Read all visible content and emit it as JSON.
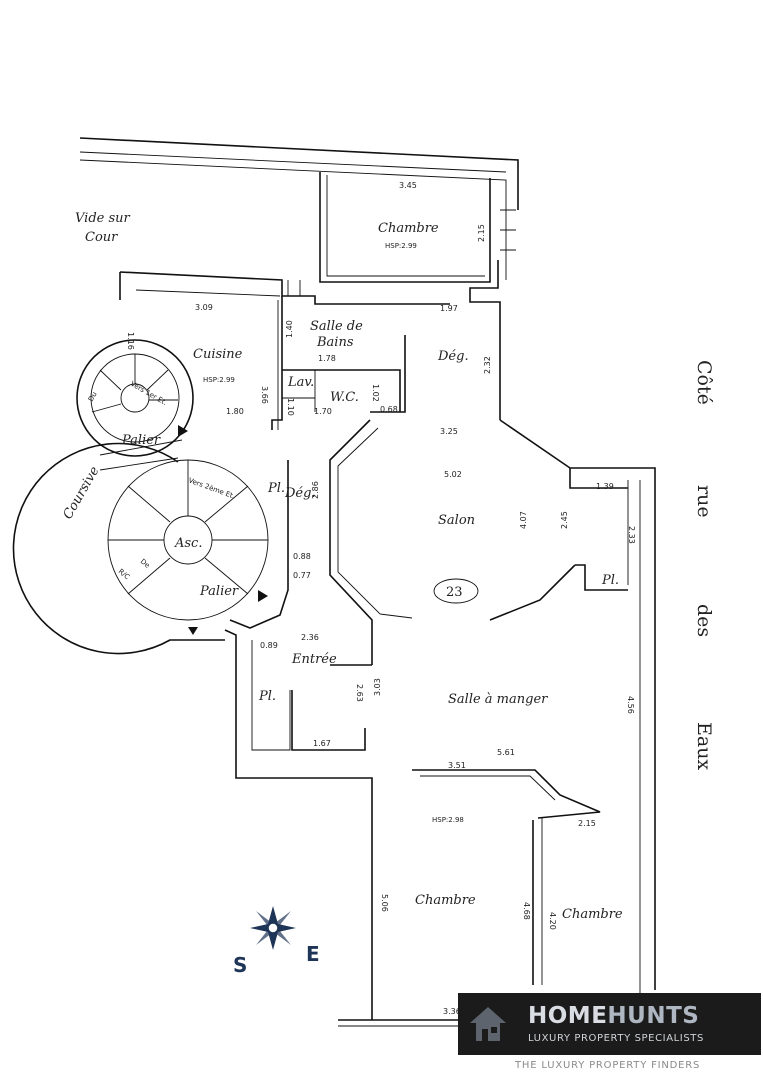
{
  "labels": {
    "vide": "Vide sur",
    "cour": "Cour",
    "chambre_top": "Chambre",
    "hsp_top": "HSP:2.99",
    "salle_de": "Salle de",
    "bains": "Bains",
    "cuisine": "Cuisine",
    "hsp_cuisine": "HSP:2.99",
    "deg_top": "Dég.",
    "lav": "Lav.",
    "wc": "W.C.",
    "palier_top": "Palier",
    "coursive": "Coursive",
    "deg_mid": "Dég.",
    "pl_mid": "Pl.",
    "salon": "Salon",
    "asc": "Asc.",
    "vers_2eme": "Vers 2ème Et.",
    "vers_1er": "Vers 1er Et.",
    "du": "Du",
    "rc": "R/C",
    "de": "De",
    "palier_bottom": "Palier",
    "entree": "Entrée",
    "pl_entree": "Pl.",
    "pl_right": "Pl.",
    "unit_number": "23",
    "salle_a_manger": "Salle à manger",
    "hsp_bottom": "HSP:2.98",
    "chambre_bl": "Chambre",
    "chambre_br": "Chambre"
  },
  "street": {
    "line1": "Côté",
    "line2": "rue",
    "line3": "des",
    "line4": "Eaux"
  },
  "dimensions": {
    "d345": "3.45",
    "d215a": "2.15",
    "d309": "3.09",
    "d116": "1.16",
    "d140": "1.40",
    "d197": "1.97",
    "d178": "1.78",
    "d232": "2.32",
    "d366": "3.66",
    "d110": "1.10",
    "d180": "1.80",
    "d102": "1.02",
    "d170": "1.70",
    "d068": "0.68",
    "d325": "3.25",
    "d502": "5.02",
    "d139": "1.39",
    "d286": "2.86",
    "d407": "4.07",
    "d245": "2.45",
    "d233": "2.33",
    "d088": "0.88",
    "d077": "0.77",
    "d236": "2.36",
    "d089": "0.89",
    "d263": "2.63",
    "d303": "3.03",
    "d456": "4.56",
    "d167": "1.67",
    "d351": "3.51",
    "d561": "5.61",
    "d215b": "2.15",
    "d506": "5.06",
    "d468": "4.68",
    "d420": "4.20",
    "d336": "3.36"
  },
  "compass": {
    "south": "S",
    "east": "E"
  },
  "logo": {
    "brand_first": "HOME",
    "brand_second": "HUNTS",
    "subtitle": "LUXURY PROPERTY SPECIALISTS",
    "tagline": "THE LUXURY PROPERTY FINDERS"
  },
  "colors": {
    "line": "#111111",
    "compass": "#1f3557",
    "logo_bg": "#1b1b1b"
  }
}
